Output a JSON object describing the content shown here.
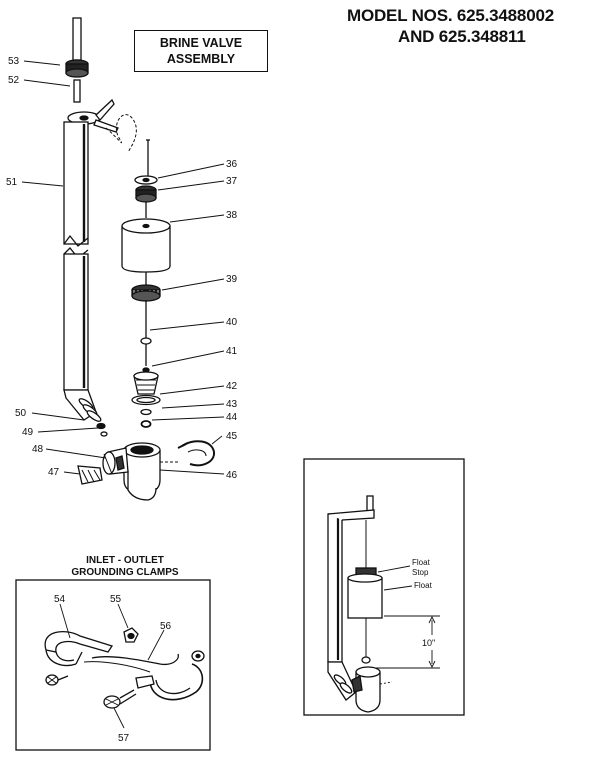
{
  "header": {
    "model_line1": "MODEL NOS. 625.3488002",
    "model_line2": "AND 625.348811"
  },
  "assembly_title": {
    "line1": "BRINE VALVE",
    "line2": "ASSEMBLY"
  },
  "clamps_panel": {
    "title_line1": "INLET - OUTLET",
    "title_line2": "GROUNDING CLAMPS",
    "callouts": [
      "54",
      "55",
      "56",
      "57"
    ]
  },
  "main_callouts": [
    "53",
    "52",
    "51",
    "50",
    "49",
    "48",
    "47",
    "36",
    "37",
    "38",
    "39",
    "40",
    "41",
    "42",
    "43",
    "44",
    "45",
    "46"
  ],
  "inset": {
    "float_stop_label_line1": "Float",
    "float_stop_label_line2": "Stop",
    "float_label": "Float",
    "dimension_label": "10\""
  },
  "colors": {
    "ink": "#111111",
    "paper": "#ffffff",
    "shade": "#555555"
  }
}
